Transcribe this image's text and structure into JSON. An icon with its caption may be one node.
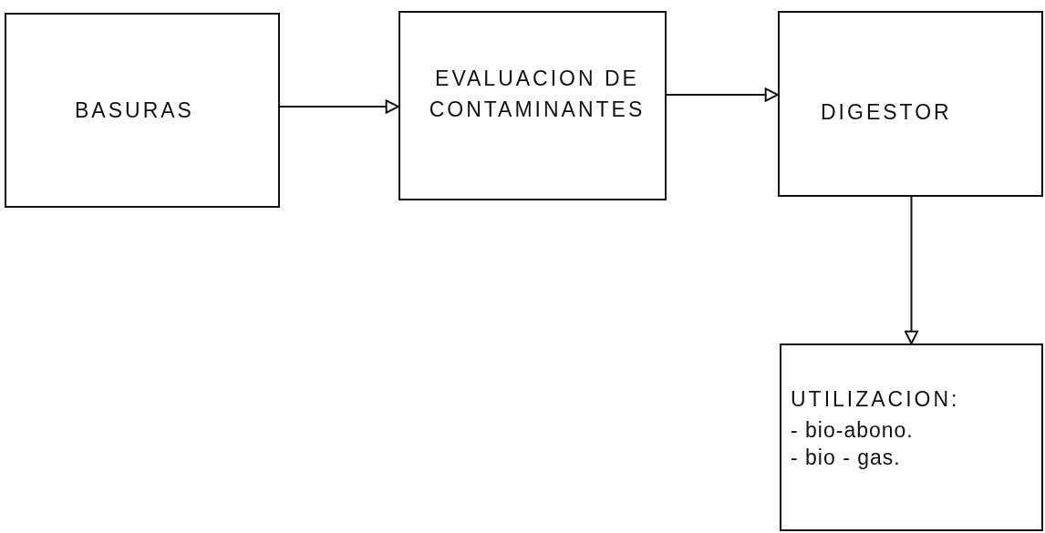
{
  "diagram": {
    "nodes": [
      {
        "text": [
          "BASURAS"
        ]
      },
      {
        "text": [
          "EVALUACION DE CONTAMINANTES"
        ]
      },
      {
        "text": [
          "DIGESTOR"
        ]
      },
      {
        "text": [
          "UTILIZACION:",
          "- bio-abono.",
          "- bio - gas."
        ]
      }
    ],
    "edges": [
      {
        "from": 0,
        "to": 1,
        "arrow": "to"
      },
      {
        "from": 1,
        "to": 2,
        "arrow": "to"
      },
      {
        "from": 2,
        "to": 3,
        "arrow": "to"
      }
    ]
  }
}
